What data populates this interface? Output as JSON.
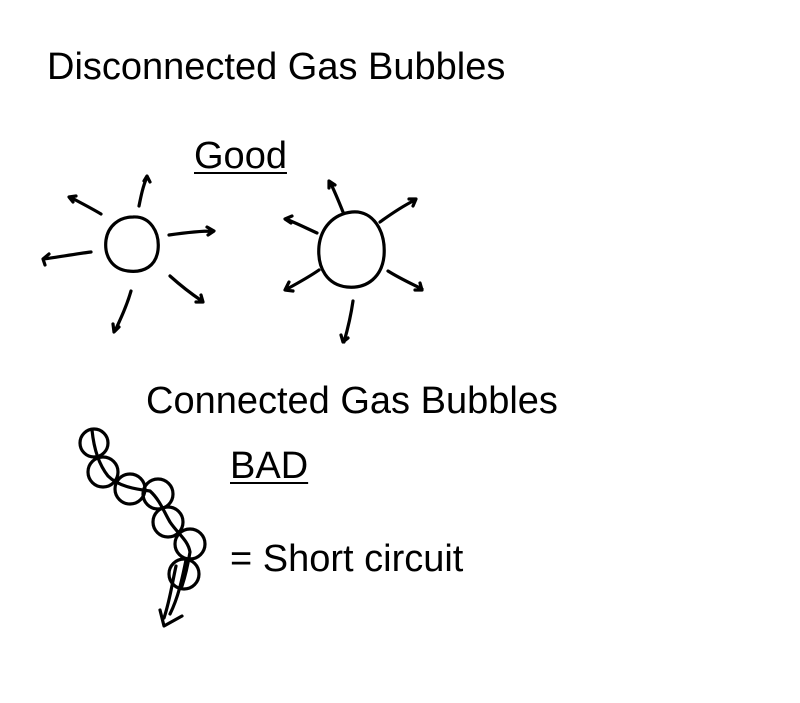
{
  "sections": {
    "disconnected": {
      "title": "Disconnected Gas Bubbles",
      "verdict": "Good"
    },
    "connected": {
      "title": "Connected Gas Bubbles",
      "verdict": "BAD",
      "consequence": "= Short circuit"
    }
  },
  "colors": {
    "ink": "#000000",
    "background": "#ffffff"
  }
}
